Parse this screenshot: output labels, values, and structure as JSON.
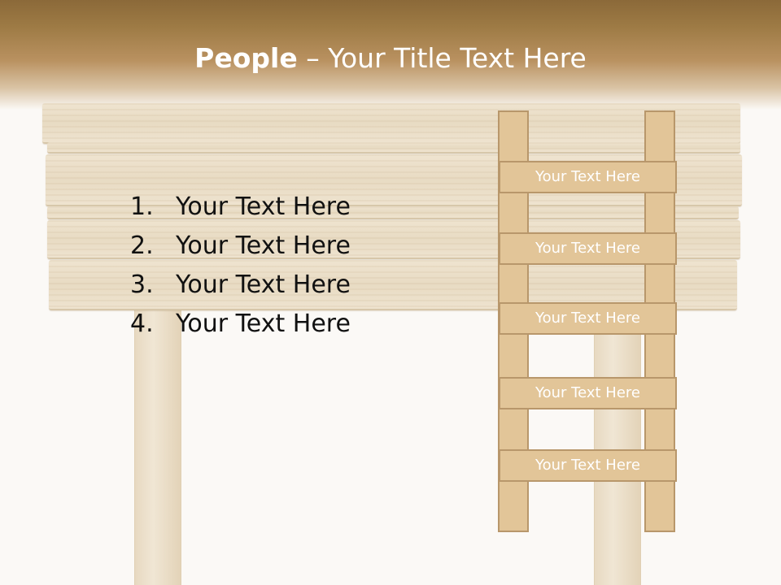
{
  "title": {
    "bold": "People",
    "rest": " – Your Title Text Here"
  },
  "list": {
    "items": [
      {
        "number": "1.",
        "text": "Your Text Here"
      },
      {
        "number": "2.",
        "text": "Your Text Here"
      },
      {
        "number": "3.",
        "text": "Your Text Here"
      },
      {
        "number": "4.",
        "text": "Your Text Here"
      }
    ]
  },
  "ladder": {
    "rungs": [
      "Your Text Here",
      "Your Text Here",
      "Your Text Here",
      "Your Text Here",
      "Your Text Here"
    ]
  },
  "colors": {
    "header": "#8b6939",
    "wood": "#e8dbc3",
    "rung_fill": "#e2c598",
    "rung_border": "#b8976b"
  }
}
